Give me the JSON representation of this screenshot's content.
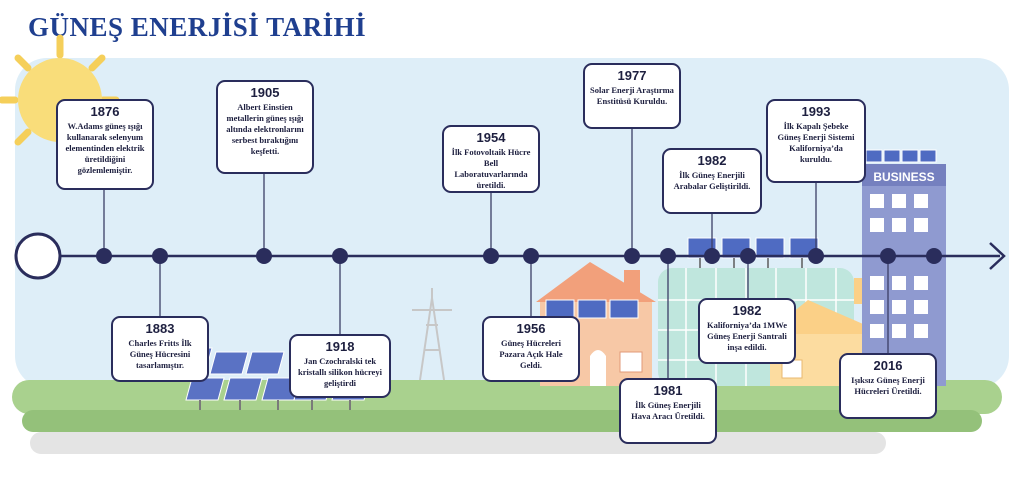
{
  "title": "GÜNEŞ ENERJİSİ TARİHİ",
  "building_sign": "BUSINESS",
  "colors": {
    "title": "#1f3f8f",
    "line": "#2a2d5c",
    "dot": "#2a2d5c",
    "sky": "#deeef8",
    "grass": "#a9d18e",
    "panel": "#5a72c4",
    "sun": "#f9dd7a"
  },
  "events": [
    {
      "year": "1876",
      "text": "W.Adams güneş ışığı kullanarak selenyum elementinden elektrik üretildiğini gözlemlemiştir."
    },
    {
      "year": "1883",
      "text": "Charles Fritts İlk Güneş Hücresini tasarlamıştır."
    },
    {
      "year": "1905",
      "text": "Albert Einstien metallerin güneş ışığı altında elektronlarını serbest bıraktığını keşfetti."
    },
    {
      "year": "1918",
      "text": "Jan Czochralski  tek kristallı silikon hücreyi geliştirdi"
    },
    {
      "year": "1954",
      "text": "İlk Fotovoltaik Hücre Bell Laboratuvarlarında üretildi."
    },
    {
      "year": "1956",
      "text": "Güneş Hücreleri Pazara Açık Hale Geldi."
    },
    {
      "year": "1977",
      "text": "Solar Enerji Araştırma Enstitüsü Kuruldu."
    },
    {
      "year": "1981",
      "text": "İlk Güneş Enerjili Hava Aracı Üretildi."
    },
    {
      "year": "1982",
      "text": "İlk Güneş Enerjili Arabalar Geliştirildi."
    },
    {
      "year": "1982",
      "text": "Kaliforniya’da 1MWe Güneş Enerji Santrali inşa edildi."
    },
    {
      "year": "1993",
      "text": "İlk Kapalı Şebeke Güneş Enerji Sistemi Kaliforniya’da kuruldu."
    },
    {
      "year": "2016",
      "text": "Işıksız Güneş Enerji Hücreleri Üretildi."
    }
  ]
}
